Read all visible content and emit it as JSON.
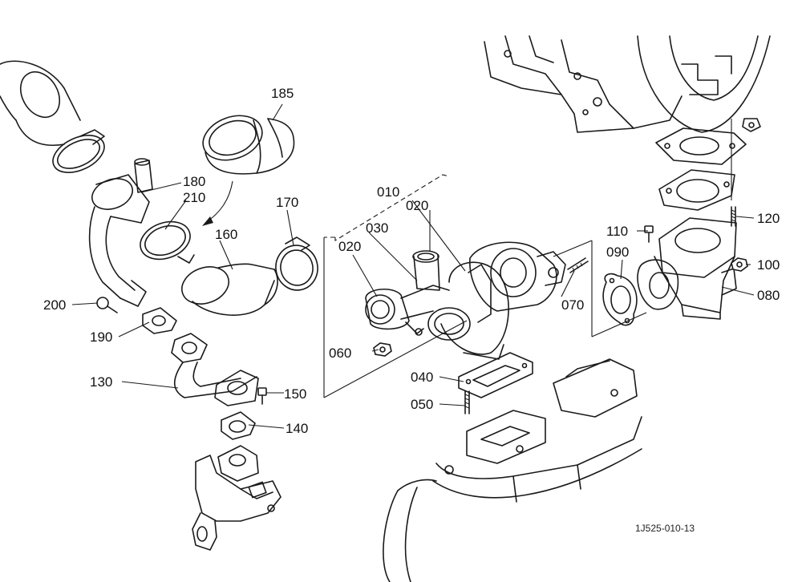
{
  "callouts": {
    "c010": "010",
    "c020a": "020",
    "c020b": "020",
    "c030": "030",
    "c040": "040",
    "c050": "050",
    "c060": "060",
    "c070": "070",
    "c080": "080",
    "c090": "090",
    "c100": "100",
    "c110": "110",
    "c120": "120",
    "c130": "130",
    "c140": "140",
    "c150": "150",
    "c160": "160",
    "c170": "170",
    "c180": "180",
    "c185": "185",
    "c190": "190",
    "c200": "200",
    "c210": "210"
  },
  "drawing_code": "1J525-010-13"
}
